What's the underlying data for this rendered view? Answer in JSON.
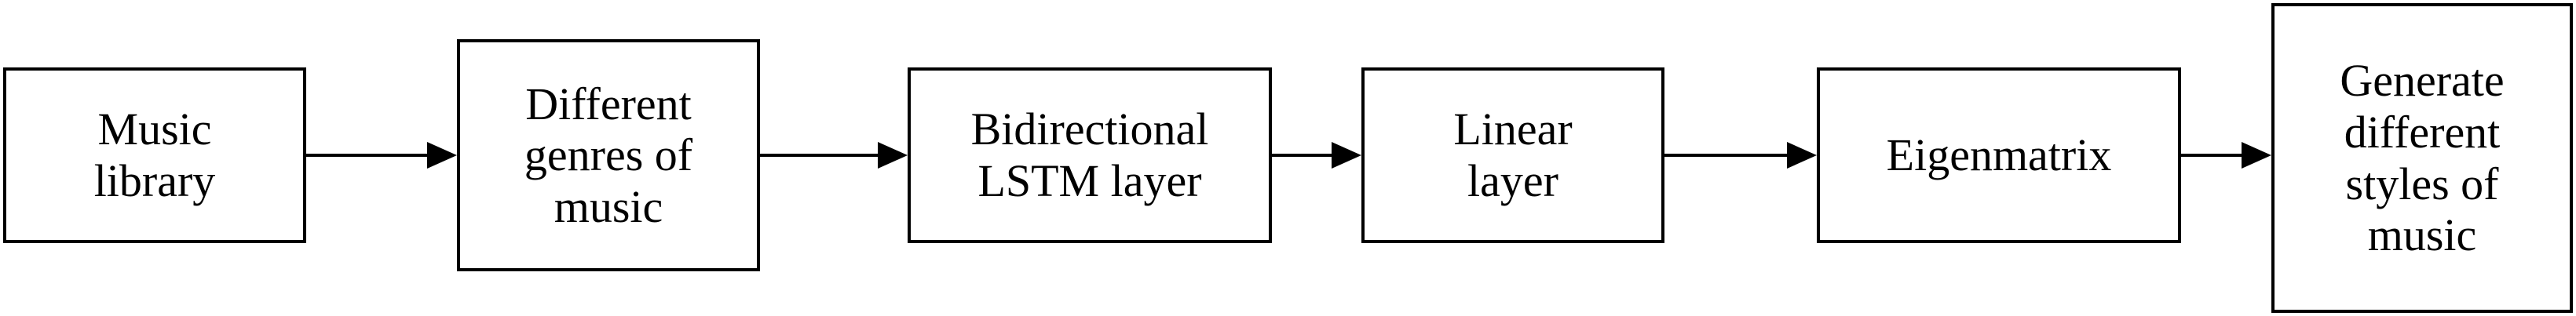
{
  "diagram": {
    "nodes": [
      {
        "id": "music-library",
        "lines": [
          "Music",
          "library"
        ]
      },
      {
        "id": "genres",
        "lines": [
          "Different",
          "genres of",
          "music"
        ]
      },
      {
        "id": "bilstm",
        "lines": [
          "Bidirectional",
          "LSTM layer"
        ]
      },
      {
        "id": "linear",
        "lines": [
          "Linear",
          "layer"
        ]
      },
      {
        "id": "eigen",
        "lines": [
          "Eigenmatrix"
        ]
      },
      {
        "id": "generate",
        "lines": [
          "Generate",
          "different",
          "styles of",
          "music"
        ]
      }
    ],
    "edges": [
      {
        "from": "music-library",
        "to": "genres"
      },
      {
        "from": "genres",
        "to": "bilstm"
      },
      {
        "from": "bilstm",
        "to": "linear"
      },
      {
        "from": "linear",
        "to": "eigen"
      },
      {
        "from": "eigen",
        "to": "generate"
      }
    ],
    "colors": {
      "stroke": "#000000",
      "fill": "#ffffff",
      "text": "#000000"
    }
  }
}
